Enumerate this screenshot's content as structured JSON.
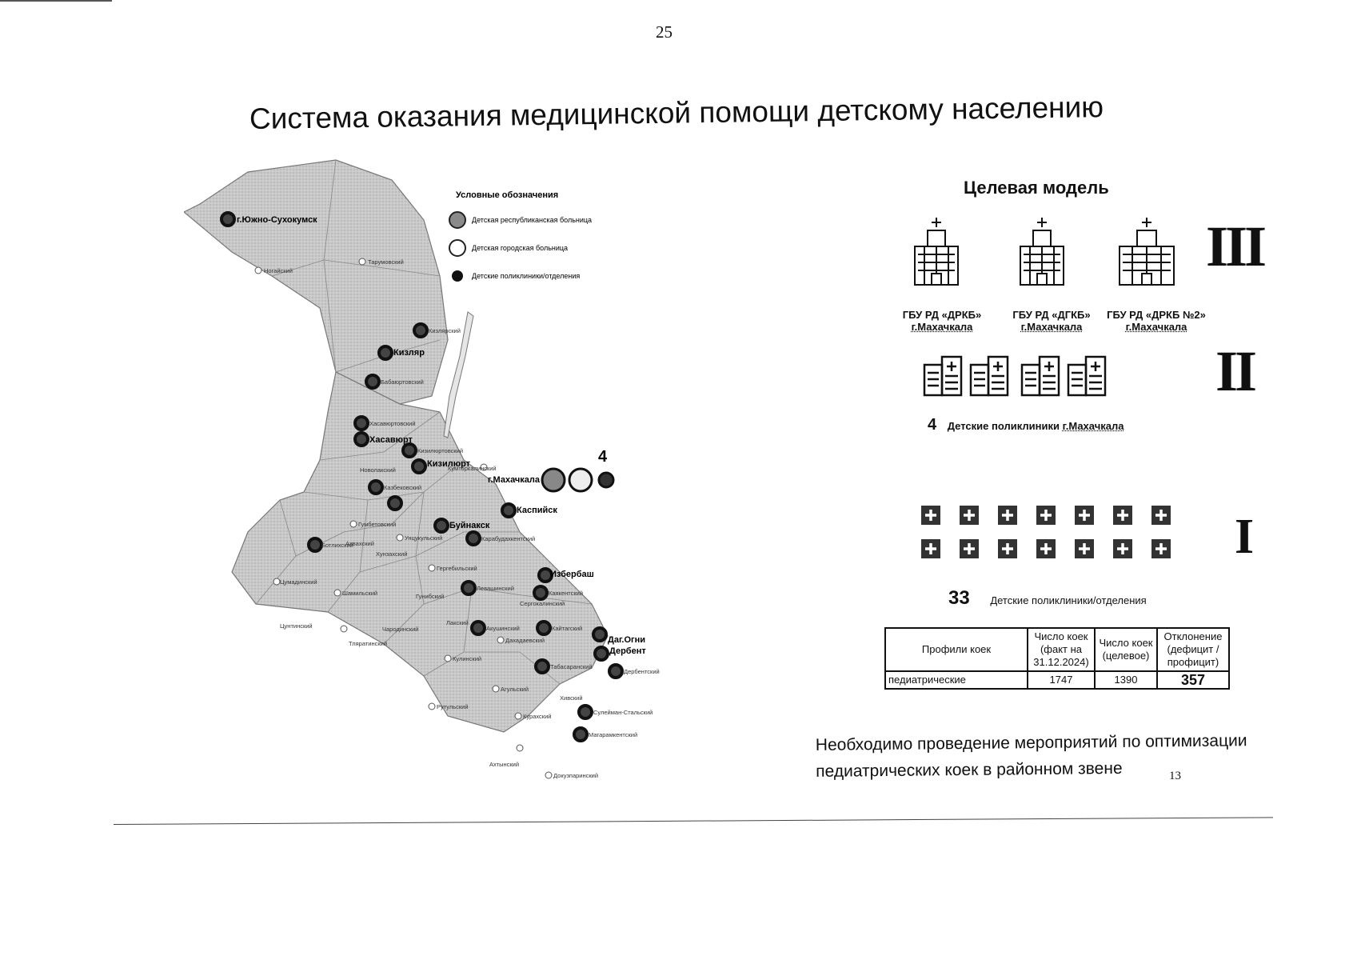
{
  "page_number": "25",
  "title": "Система оказания медицинской помощи детскому населению",
  "map": {
    "legend_title": "Условные обозначения",
    "legend_items": [
      {
        "label": "Детская республиканская больница",
        "icon": "gray-circle-icon"
      },
      {
        "label": "Детская городская больница",
        "icon": "white-circle-icon"
      },
      {
        "label": "Детские поликлиники/отделения",
        "icon": "black-circle-icon"
      }
    ],
    "cluster_count": "4",
    "cities": [
      "г.Южно-Сухокумск",
      "Кизляр",
      "Хасавюрт",
      "Кизилюрт",
      "г.Махачкала",
      "Каспийск",
      "Буйнакск",
      "Избербаш",
      "Даг.Огни",
      "Дербент"
    ],
    "districts": [
      "Ногайский",
      "Тарумовский",
      "Кизлярский",
      "Бабаюртовский",
      "Хасавюртовский",
      "Кизилюртовский",
      "Новолакский",
      "Казбековский",
      "Кумторкалинский",
      "Гумбетовский",
      "Унцукульский",
      "Карабудахкентский",
      "Ахвахский",
      "Хунзахский",
      "Гергебильский",
      "Цумадинский",
      "Шамильский",
      "Гунибский",
      "Левашинский",
      "Каякентский",
      "Сергокалинский",
      "Цунтинский",
      "Чародинский",
      "Лакский",
      "Акушинский",
      "Кайтагский",
      "Тляратинский",
      "Дахадаевский",
      "Кулинский",
      "Табасаранский",
      "Дербентский",
      "Агульский",
      "Хивский",
      "Рутульский",
      "Курахский",
      "Сулейман-Стальский",
      "Магарамкентский",
      "Ахтынский",
      "Докузпаринский",
      "Ботлихский"
    ]
  },
  "target_model": {
    "title": "Целевая модель",
    "level_3": {
      "roman": "III",
      "hospitals": [
        {
          "name": "ГБУ РД «ДРКБ»",
          "city": "г.Махачкала"
        },
        {
          "name": "ГБУ РД «ДГКБ»",
          "city": "г.Махачкала"
        },
        {
          "name": "ГБУ РД «ДРКБ №2»",
          "city": "г.Махачкала"
        }
      ]
    },
    "level_2": {
      "roman": "II",
      "count": "4",
      "caption_prefix": "Детские поликлиники",
      "caption_city": "г.Махачкала"
    },
    "level_1": {
      "roman": "I",
      "count": "33",
      "caption": "Детские поликлиники/отделения"
    }
  },
  "table": {
    "headers": [
      "Профили коек",
      "Число коек (факт на 31.12.2024)",
      "Число коек (целевое)",
      "Отклонение (дефицит / профицит)"
    ],
    "rows": [
      [
        "педиатрические",
        "1747",
        "1390",
        "357"
      ]
    ]
  },
  "conclusion": "Необходимо проведение мероприятий по оптимизации педиатрических коек в районном звене",
  "slide_number": "13"
}
